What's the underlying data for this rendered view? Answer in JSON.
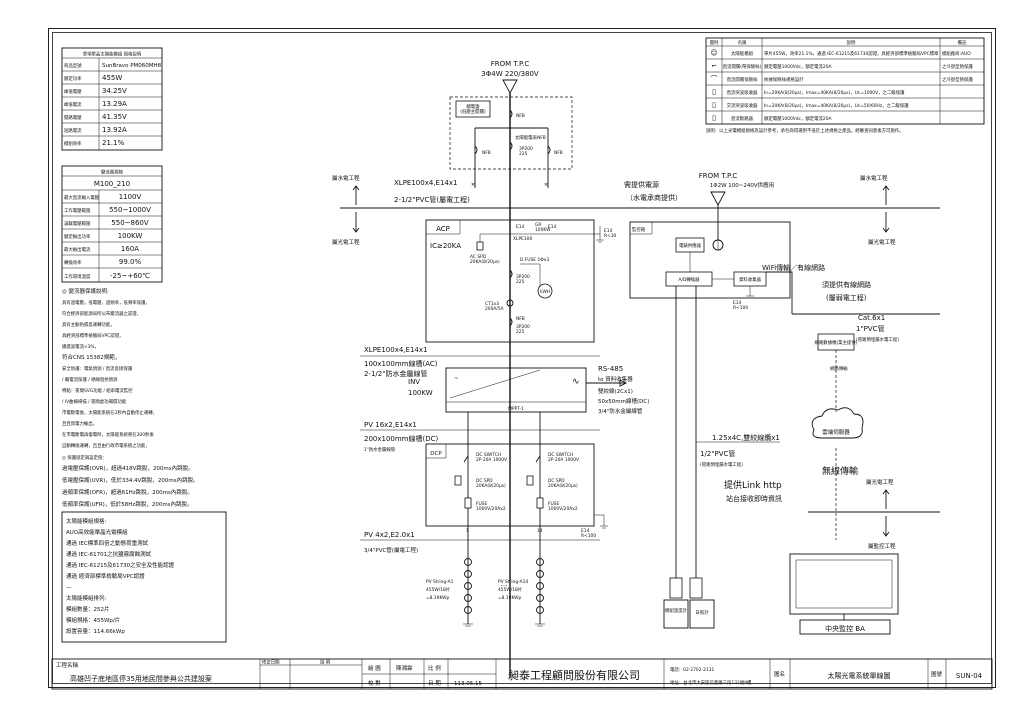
{
  "module_table": {
    "title": "單項單晶太陽能模組 規格說明",
    "rows": [
      {
        "label": "商品型號",
        "value": "SunBravo PM060MH8"
      },
      {
        "label": "額定功率",
        "value": "455W"
      },
      {
        "label": "峰值電壓",
        "value": "34.25V"
      },
      {
        "label": "峰值電流",
        "value": "13.29A"
      },
      {
        "label": "開路電壓",
        "value": "41.35V"
      },
      {
        "label": "短路電流",
        "value": "13.92A"
      },
      {
        "label": "模組效率",
        "value": "21.1%"
      }
    ]
  },
  "inverter_table": {
    "title": "變流器規格",
    "model": "M100_210",
    "rows": [
      {
        "label": "最大直流輸入電壓",
        "value": "1100V"
      },
      {
        "label": "工作電壓範圍",
        "value": "550~1000V"
      },
      {
        "label": "滿載電壓範圍",
        "value": "550~860V"
      },
      {
        "label": "額定輸出功率",
        "value": "100KW"
      },
      {
        "label": "最大輸出電流",
        "value": "160A"
      },
      {
        "label": "轉換效率",
        "value": "99.0%"
      },
      {
        "label": "工作環境溫度",
        "value": "-25~+60℃"
      }
    ]
  },
  "inverter_notes": {
    "heading": "◎ 變流器保護說明:",
    "lines": [
      "具有過電壓，低電壓，過頻率，低頻率保護，",
      "符合經濟部能源局所公布變流器之認證，",
      "具有主動防孤島運轉功能，",
      "具經濟部標準檢驗局VPC認證，",
      "總諧波電流<3%，",
      "符合CNS 15382規範，",
      "安全防護：電氣偵測 / 直流反接保護",
      " / 離電流保護 / 絕緣阻抗偵測",
      "特點：夜間SVG功能 / 組串電流監控",
      " / IV曲線掃描 / 夜間虛功補償功能",
      "市電斷電後，太陽能系統在2秒內自動停止運轉，",
      "且且無電力輸出，",
      "在市電斷電再復電時，太陽能系統將在300秒後",
      "自動轉換運轉，且且由行政市電系統之功能，"
    ]
  },
  "protection": {
    "heading": "◎ 保護協定調設定值：",
    "lines": [
      "過電壓保護(OVR)，超過418V跳脫，200ms內跳脫。",
      "低電壓保護(UVR)，低於334.4V跳脫，200ms內跳脫。",
      "過頻率保護(OFR)，超過61Hz跳脫，200ms內跳脫。",
      "低頻率保護(UFR)，低於58Hz跳脫，200ms內跳脫。"
    ]
  },
  "module_spec": {
    "heading": "太陽能模組規格:",
    "lines": [
      "AUO高效能單晶光電模組",
      "通過 IEC標準四倍之動態荷重測試",
      "通過 IEC-61701之抗鹽霧腐蝕測試",
      "通過 IEC-61215及61730之安全及性能認證",
      "通過 經濟部標準檢驗局VPC認證",
      "—"
    ],
    "array_heading": "太陽能模組排列:",
    "array_lines": [
      "模組數量：252片",
      "模組規格：455Wp/片",
      "設置容量：114.66kWp"
    ]
  },
  "legend": {
    "headers": [
      "圖例",
      "名稱",
      "說明",
      "備註"
    ],
    "rows": [
      {
        "symbol": "☺",
        "name": "太陽能模組",
        "desc": "單片455W，效率21.1%，通過 IEC-61215及61730認證，具經濟部標準檢驗局VPC標章",
        "note": "模組廠商:AUO"
      },
      {
        "symbol": "⌐",
        "name": "直流開關(帶保險絲)",
        "desc": "額定電壓1000Vdc，額定電流20A",
        "note": "之冷卻型熱保護"
      },
      {
        "symbol": "⌒",
        "name": "直流開關保險絲",
        "desc": "依據保險絲規格設計",
        "note": "之冷卻型熱保護"
      },
      {
        "symbol": "▯",
        "name": "直流突波吸收器",
        "desc": "In=20KA(8/20μs)，Imax=40KA(8/20μs)，Uc=1000V，之二級保護",
        "note": ""
      },
      {
        "symbol": "▯",
        "name": "交流突波吸收器",
        "desc": "In=20KA(8/20μs)，Imax=40KA(8/20μs)，Uc=50/60Hz，之二級保護",
        "note": ""
      },
      {
        "symbol": "▯",
        "name": "直流斷路器",
        "desc": "額定電壓1000Vdc，額定電流20A",
        "note": ""
      }
    ],
    "footnote": "說明：以上光電模組規格為設計參考，承包商得選用不低於上述規格之產品，經審查同意後方可施作。"
  },
  "diagram": {
    "tpc_main": {
      "label": "FROM T.P.C",
      "sub": "3Φ4W 220/380V"
    },
    "nfb_small": "總電盤\n(低壓主開關)",
    "nfb_labels": [
      "NFB",
      "NFB",
      "NFB"
    ],
    "nfb_mid": "太陽能電表NFB",
    "rating_1": "3P200\n225",
    "left_up": "屬水電工程",
    "left_down": "屬光電工程",
    "cable_1": "XLPE100x4,E14x1",
    "conduit_1": "2-1/2\"PVC管(屬電工程)",
    "acp": {
      "name": "ACP",
      "rating": "IC≥20KA",
      "spd": "AC SPD\n20KA(8/20μs)",
      "fuse": "D.FUSE 1Φx3",
      "ct": "CT1x3\n200A/5A",
      "kwh": "kWH",
      "nfb": "NFB",
      "xlpe": "XLPE100",
      "e14": "E14",
      "gr": "GR\n100KW",
      "ground": "E14\nR<30"
    },
    "cable_2": "XLPE100x4,E14x1",
    "tray_ac": "100x100mm線槽(AC)",
    "conduit_2": "2-1/2\"防水金屬線管",
    "inv": {
      "name": "INV",
      "power": "100KW",
      "mppt": "MPPT-1"
    },
    "rs485": {
      "line1": "RS-485",
      "line2": "to 資料收集器",
      "line3": "雙絞線(2Cx1)",
      "line4": "50x50mm線槽(DC)",
      "line5": "3/4\"防水金屬線管"
    },
    "pv_cable": "PV 16x2,E14x1",
    "tray_dc": "200x100mm線槽(DC)",
    "conduit_3": "1\"防水金屬線管",
    "dcp": {
      "name": "DCP",
      "sw": "DC SWITCH\n2P 20A 1000V",
      "spd": "DC SPD\n20KA(8/20μs)",
      "fuse": "FUSE\n1000V/20Ax2",
      "n1": "1",
      "n14": "14",
      "ground": "E14\nR<100"
    },
    "pv_cable_2": "PV 4x2,E2.0x1",
    "conduit_4": "3/4\"PVC管(屬電工程)",
    "string_a1": {
      "name": "PV String-A1",
      "l1": "455W/18片",
      "l2": "=8.19KWp"
    },
    "string_a14": {
      "name": "PV String-A14",
      "l1": "455W/18片",
      "l2": "=8.19KWp"
    },
    "dots": "...",
    "tpc_aux": {
      "label": "FROM T.P.C",
      "sub": "1Φ2W 100~240V供應用",
      "need": "需提供電源",
      "need2": "（水電承商提供）"
    },
    "right_up": "屬水電工程",
    "right_down": "屬光電工程",
    "monitor": "監控箱",
    "meter_supply": "電錶供應器",
    "ad": "A/D轉換器",
    "collector": "資料收集器",
    "mon_ground": "E14\nR<100",
    "wifi": "WiFi傳輸／有線網路",
    "need_net": "須提供有線網路",
    "need_net2": "(屬弱電工程)",
    "cat6": "Cat.6x1",
    "conduit_5": "1\"PVC管",
    "conduit_5b": "(管路預埋屬水電工程)",
    "modem": "網路數據機(業主提供)",
    "net_trans": "網路傳輸",
    "cloud": "雲端伺服器",
    "cable_3": "1.25x4C,雙絞線纜x1",
    "conduit_6": "1/2\"PVC管",
    "conduit_6b": "(管路預埋屬水電工程)",
    "wireless": "無線傳輸",
    "link": "提供Link http",
    "link2": "站台接收即時資訊",
    "right_up2": "屬光電工程",
    "right_down2": "屬監控工程",
    "ba": "中央監控 BA",
    "temp": "模組溫度計",
    "irr": "日照計"
  },
  "title_block": {
    "project_label": "工程名稱",
    "project": "高雄凹子底地區停35用地民間參與公共建設案",
    "rev_date": "修正日期",
    "rev_desc": "說  明",
    "draw_label": "繪 圖",
    "drawer": "陳湘霖",
    "check_label": "校 對",
    "scale_label": "比 例",
    "date_label": "日 期",
    "date": "113.05.15",
    "company": "昶泰工程顧問股份有限公司",
    "phone": "電話：02-2702-2131",
    "address": "地址：台北市大安區信義路三段132號9樓",
    "name_label": "圖名",
    "drawing": "太陽光電系統單線圖",
    "no_label": "圖號",
    "number": "SUN-04"
  }
}
